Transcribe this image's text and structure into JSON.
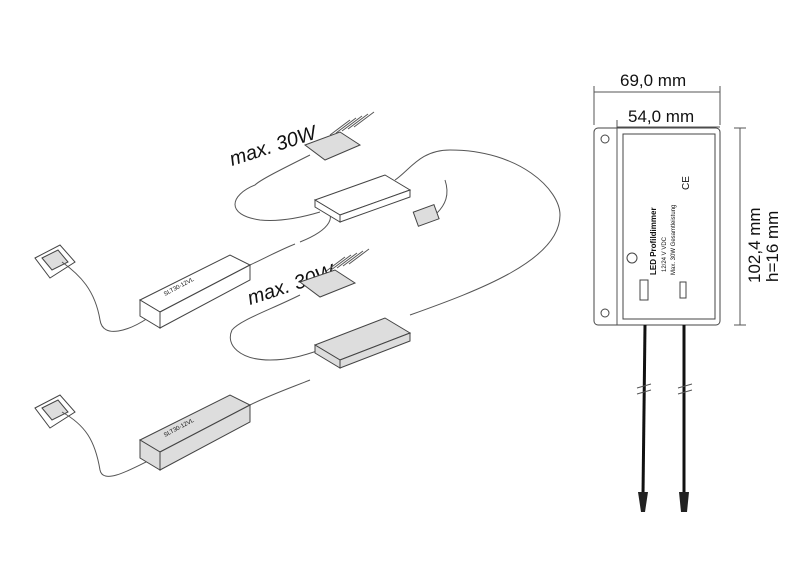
{
  "diagram": {
    "labels": {
      "max_load_1": "max. 30W",
      "max_load_2": "max. 30W",
      "driver_1": "SLT30-12VL",
      "driver_2": "SLT30-12VL"
    },
    "dimensions": {
      "outer_width": "69,0 mm",
      "inner_width": "54,0 mm",
      "length": "102,4 mm",
      "height": "h=16 mm"
    },
    "device_label": {
      "name": "LED Profildimmer",
      "voltage": "12/24 V VDC",
      "power": "Max. 30W Gesamtleistung",
      "ce": "CE"
    }
  }
}
